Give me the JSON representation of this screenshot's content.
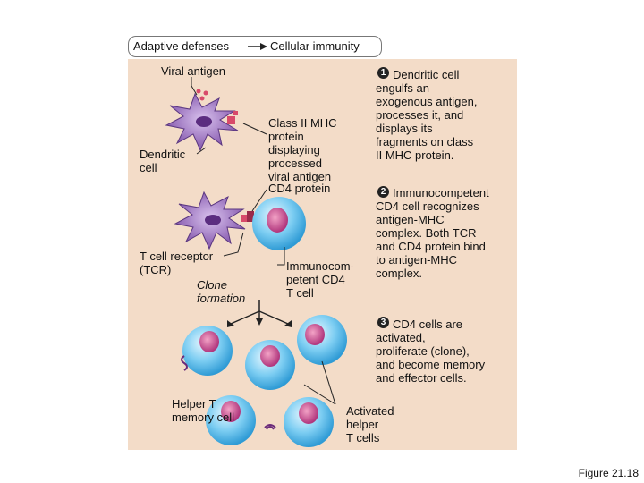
{
  "breadcrumb": {
    "part1": "Adaptive defenses",
    "part2": "Cellular immunity"
  },
  "labels": {
    "viral_antigen": "Viral antigen",
    "dendritic_cell": "Dendritic\ncell",
    "mhc_protein": "Class II MHC\nprotein\ndisplaying\nprocessed\nviral antigen",
    "cd4_protein": "CD4 protein",
    "tcr": "T cell receptor\n(TCR)",
    "clone_formation": "Clone\nformation",
    "immunocompetent_cd4": "Immunocom-\npetent CD4\nT cell",
    "helper_memory": "Helper T\nmemory cell",
    "activated_helper": "Activated\nhelper\nT cells"
  },
  "steps": [
    {
      "number": "1",
      "text": "Dendritic cell\nengulfs an\nexogenous antigen,\nprocesses it, and\ndisplays its\nfragments on class\nII MHC protein."
    },
    {
      "number": "2",
      "text": "Immunocompetent\nCD4 cell recognizes\nantigen-MHC\ncomplex. Both TCR\nand CD4 protein bind\nto antigen-MHC\ncomplex."
    },
    {
      "number": "3",
      "text": "CD4 cells are\nactivated,\nproliferate (clone),\nand become memory\nand effector cells."
    }
  ],
  "figure_caption": "Figure 21.18",
  "colors": {
    "panel_bg": "#f3dcc8",
    "dendritic": "#8a5fb0",
    "tcell_body": "#6ec3ee",
    "tcell_nucleus": "#c0478e",
    "mhc": "#d84a6a"
  }
}
